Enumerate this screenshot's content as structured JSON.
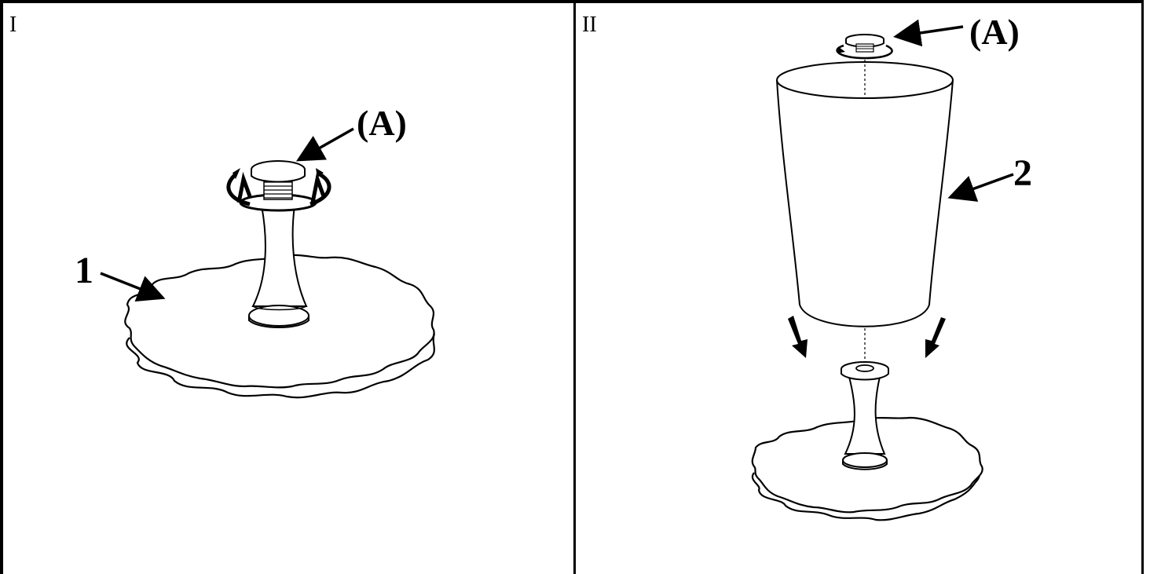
{
  "panels": [
    {
      "number": "I",
      "callouts": {
        "part_number": "1",
        "hardware": "(A)"
      }
    },
    {
      "number": "II",
      "callouts": {
        "part_number": "2",
        "hardware": "(A)"
      }
    }
  ],
  "colors": {
    "line": "#000000",
    "background": "#ffffff"
  },
  "icons": [
    "rotation-arrow-icon",
    "down-arrow-icon",
    "pointer-arrow-icon"
  ]
}
